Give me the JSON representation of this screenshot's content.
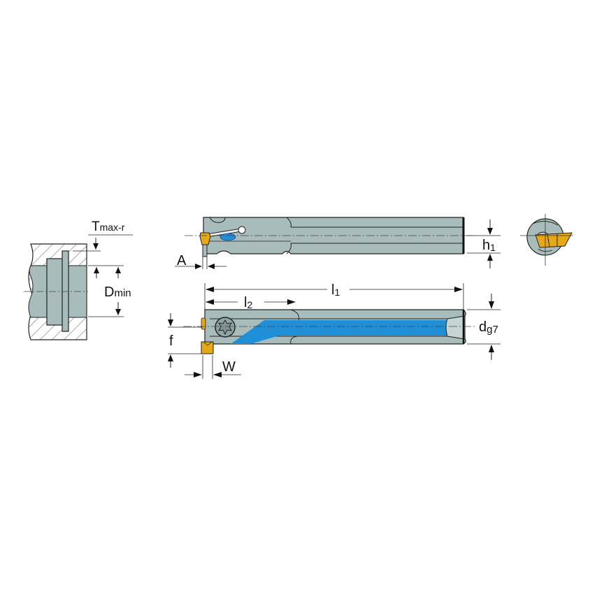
{
  "diagram": {
    "type": "technical-drawing",
    "subject": "Internal grooving boring bar",
    "views": [
      "workpiece-section",
      "top-view",
      "side-view",
      "end-view"
    ]
  },
  "labels": {
    "tmax": {
      "main": "T",
      "sub": "max-r"
    },
    "dmin": {
      "main": "D",
      "sub": "min"
    },
    "a": {
      "main": "A"
    },
    "h1": {
      "main": "h",
      "sub": "1"
    },
    "l1": {
      "main": "l",
      "sub": "1"
    },
    "l2": {
      "main": "l",
      "sub": "2"
    },
    "dg7": {
      "main": "d",
      "sub": "g7"
    },
    "f": {
      "main": "f"
    },
    "w": {
      "main": "W"
    }
  },
  "colors": {
    "body": "#a9bcbc",
    "body_dark": "#8fa5a6",
    "insert": "#e6a817",
    "coolant": "#1f8fd8",
    "hatch_bg": "#ffffff",
    "line": "#1a1a1a"
  }
}
